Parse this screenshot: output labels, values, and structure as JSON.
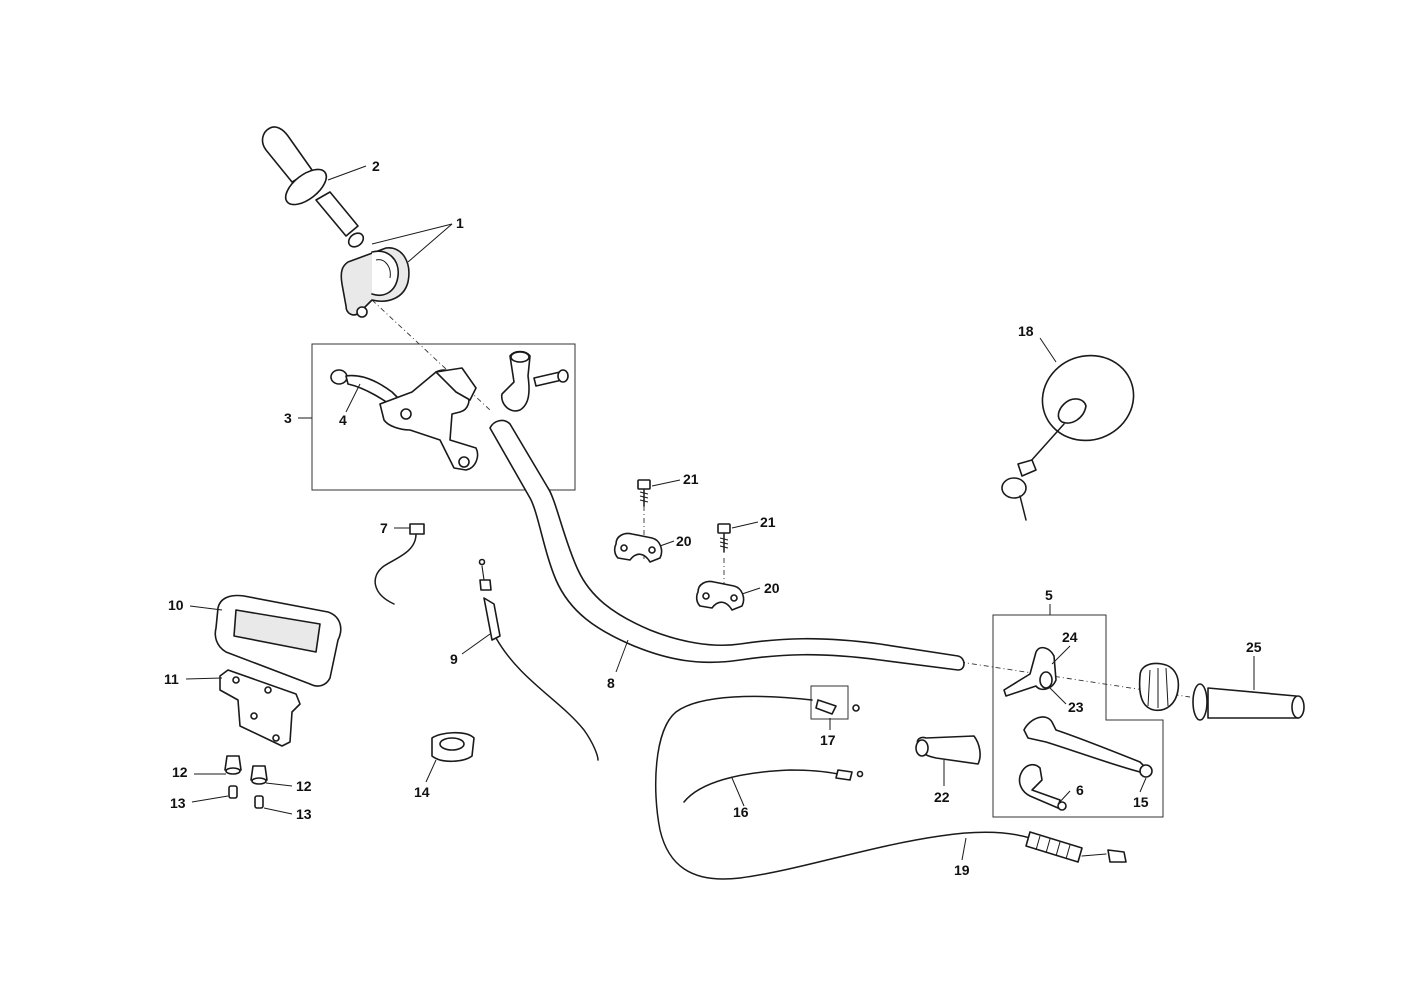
{
  "callouts": {
    "c1": "1",
    "c2": "2",
    "c3": "3",
    "c4": "4",
    "c5": "5",
    "c6": "6",
    "c7": "7",
    "c8": "8",
    "c9": "9",
    "c10": "10",
    "c11": "11",
    "c12a": "12",
    "c12b": "12",
    "c13a": "13",
    "c13b": "13",
    "c14": "14",
    "c15": "15",
    "c16": "16",
    "c17": "17",
    "c18": "18",
    "c19": "19",
    "c20a": "20",
    "c20b": "20",
    "c21a": "21",
    "c21b": "21",
    "c22": "22",
    "c23": "23",
    "c24": "24",
    "c25": "25"
  },
  "style": {
    "line_color": "#1a1a1a",
    "background": "#ffffff"
  }
}
